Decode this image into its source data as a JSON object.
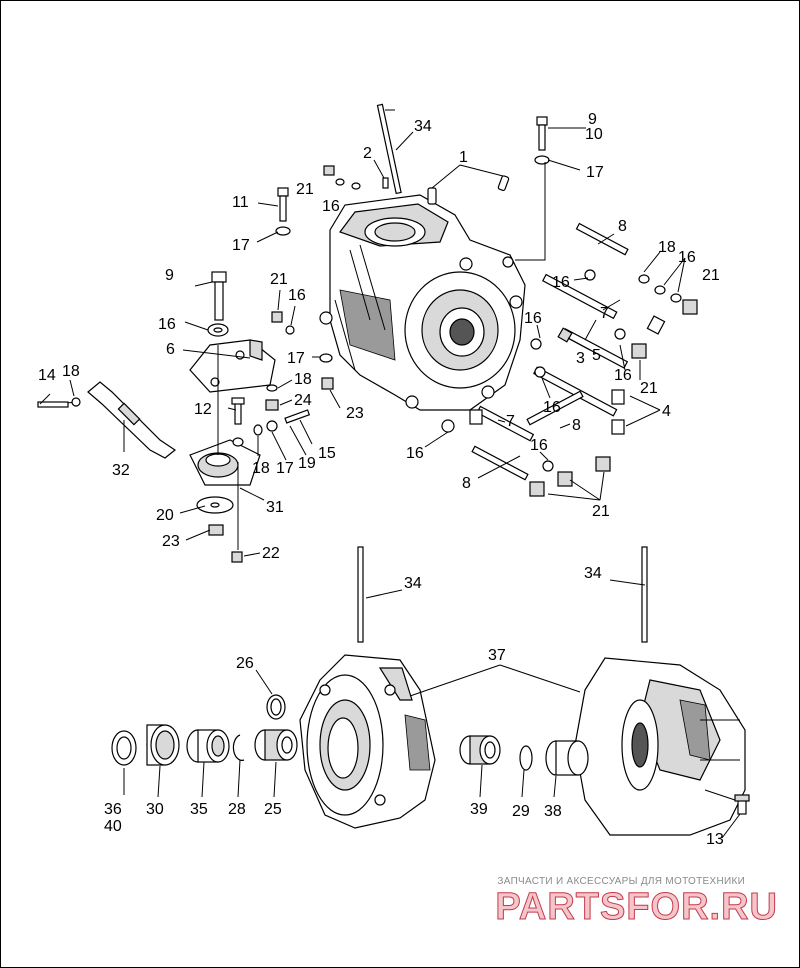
{
  "diagram": {
    "callouts_upper": {
      "c34": "34",
      "c2": "2",
      "c1": "1",
      "c9a": "9",
      "c10": "10",
      "c17a": "17",
      "c21a": "21",
      "c16a": "16",
      "c11": "11",
      "c17b": "17",
      "c8a": "8",
      "c18a": "18",
      "c16b": "16",
      "c21b": "21",
      "c9b": "9",
      "c21c": "21",
      "c16c": "16",
      "c16d": "16",
      "c7a": "7",
      "c16e": "16",
      "c6": "6",
      "c16f": "16",
      "c3": "3",
      "c5": "5",
      "c17c": "17",
      "c16g": "16",
      "c21d": "21",
      "c14": "14",
      "c18b": "18",
      "c18c": "18",
      "c23a": "23",
      "c24": "24",
      "c16h": "16",
      "c4": "4",
      "c12": "12",
      "c7b": "7",
      "c8b": "8",
      "c15": "15",
      "c16i": "16",
      "c32": "32",
      "c18d": "18",
      "c17d": "17",
      "c19": "19",
      "c16j": "16",
      "c8c": "8",
      "c31": "31",
      "c21e": "21",
      "c20": "20",
      "c23b": "23",
      "c22": "22"
    },
    "callouts_lower": {
      "c34a": "34",
      "c34b": "34",
      "c26": "26",
      "c37": "37",
      "c36": "36",
      "c40": "40",
      "c30": "30",
      "c35": "35",
      "c28": "28",
      "c25": "25",
      "c39": "39",
      "c29": "29",
      "c38": "38",
      "c13": "13"
    }
  },
  "watermark": {
    "tagline": "ЗАПЧАСТИ И АКСЕССУАРЫ ДЛЯ МОТОТЕХНИКИ",
    "brand": "PARTSFOR.RU",
    "brand_color": "#c43a4a",
    "brand_fill": "#f4c6cb"
  },
  "colors": {
    "line": "#000000",
    "background": "#ffffff",
    "shade": "#9a9a9a"
  }
}
